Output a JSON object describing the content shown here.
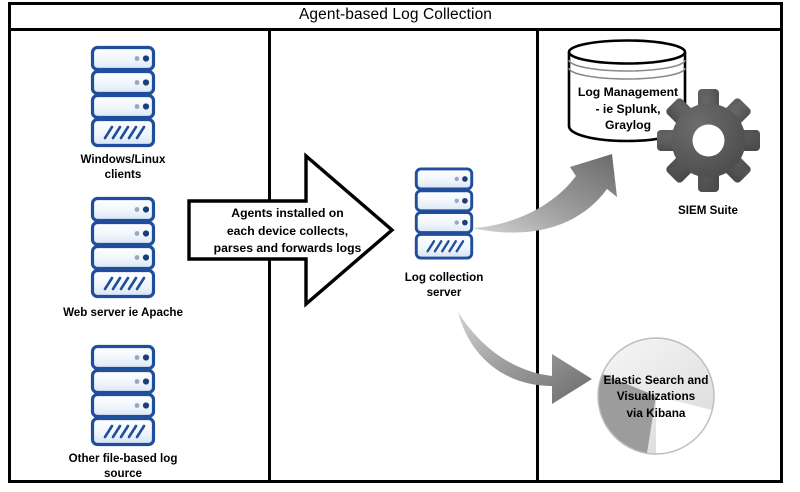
{
  "diagram": {
    "title": "Agent-based Log Collection",
    "panels": [
      {
        "name": "sources"
      },
      {
        "name": "agents"
      },
      {
        "name": "destinations"
      }
    ],
    "sources": [
      {
        "icon": "server-icon",
        "label": "Windows/Linux\nclients"
      },
      {
        "icon": "server-icon",
        "label": "Web server ie Apache"
      },
      {
        "icon": "server-icon",
        "label": "Other file-based log\nsource"
      }
    ],
    "process_arrow": {
      "icon": "right-arrow-shape",
      "text": "Agents installed on\neach device collects,\nparses and forwards logs"
    },
    "collector": {
      "icon": "server-icon",
      "label": "Log collection\nserver"
    },
    "flow_arrows": [
      {
        "icon": "curved-arrow-up-right-icon",
        "direction": "up-right"
      },
      {
        "icon": "curved-arrow-down-right-icon",
        "direction": "down-right"
      }
    ],
    "destinations": [
      {
        "icon": "database-cylinder-icon",
        "text": "Log Management\n- ie Splunk,\nGraylog"
      },
      {
        "icon": "gear-icon",
        "label": "SIEM Suite"
      },
      {
        "icon": "pie-chart-icon",
        "text": "Elastic Search and\nVisualizations\nvia Kibana"
      }
    ],
    "colors": {
      "outline": "#000000",
      "server_border": "#1F4E9C",
      "server_fill_light": "#F4F8FD",
      "server_fill_shade": "#DCE7F5",
      "server_dot_dark": "#1B3E77",
      "server_dot_light": "#93A9C6",
      "arrow_gray_dark": "#6E6E6E",
      "arrow_gray_light": "#C9C9C9",
      "gear_gray": "#565656",
      "pie_light": "#EDEDED",
      "pie_mid": "#9C9C9C",
      "pie_white": "#FFFFFF"
    }
  }
}
